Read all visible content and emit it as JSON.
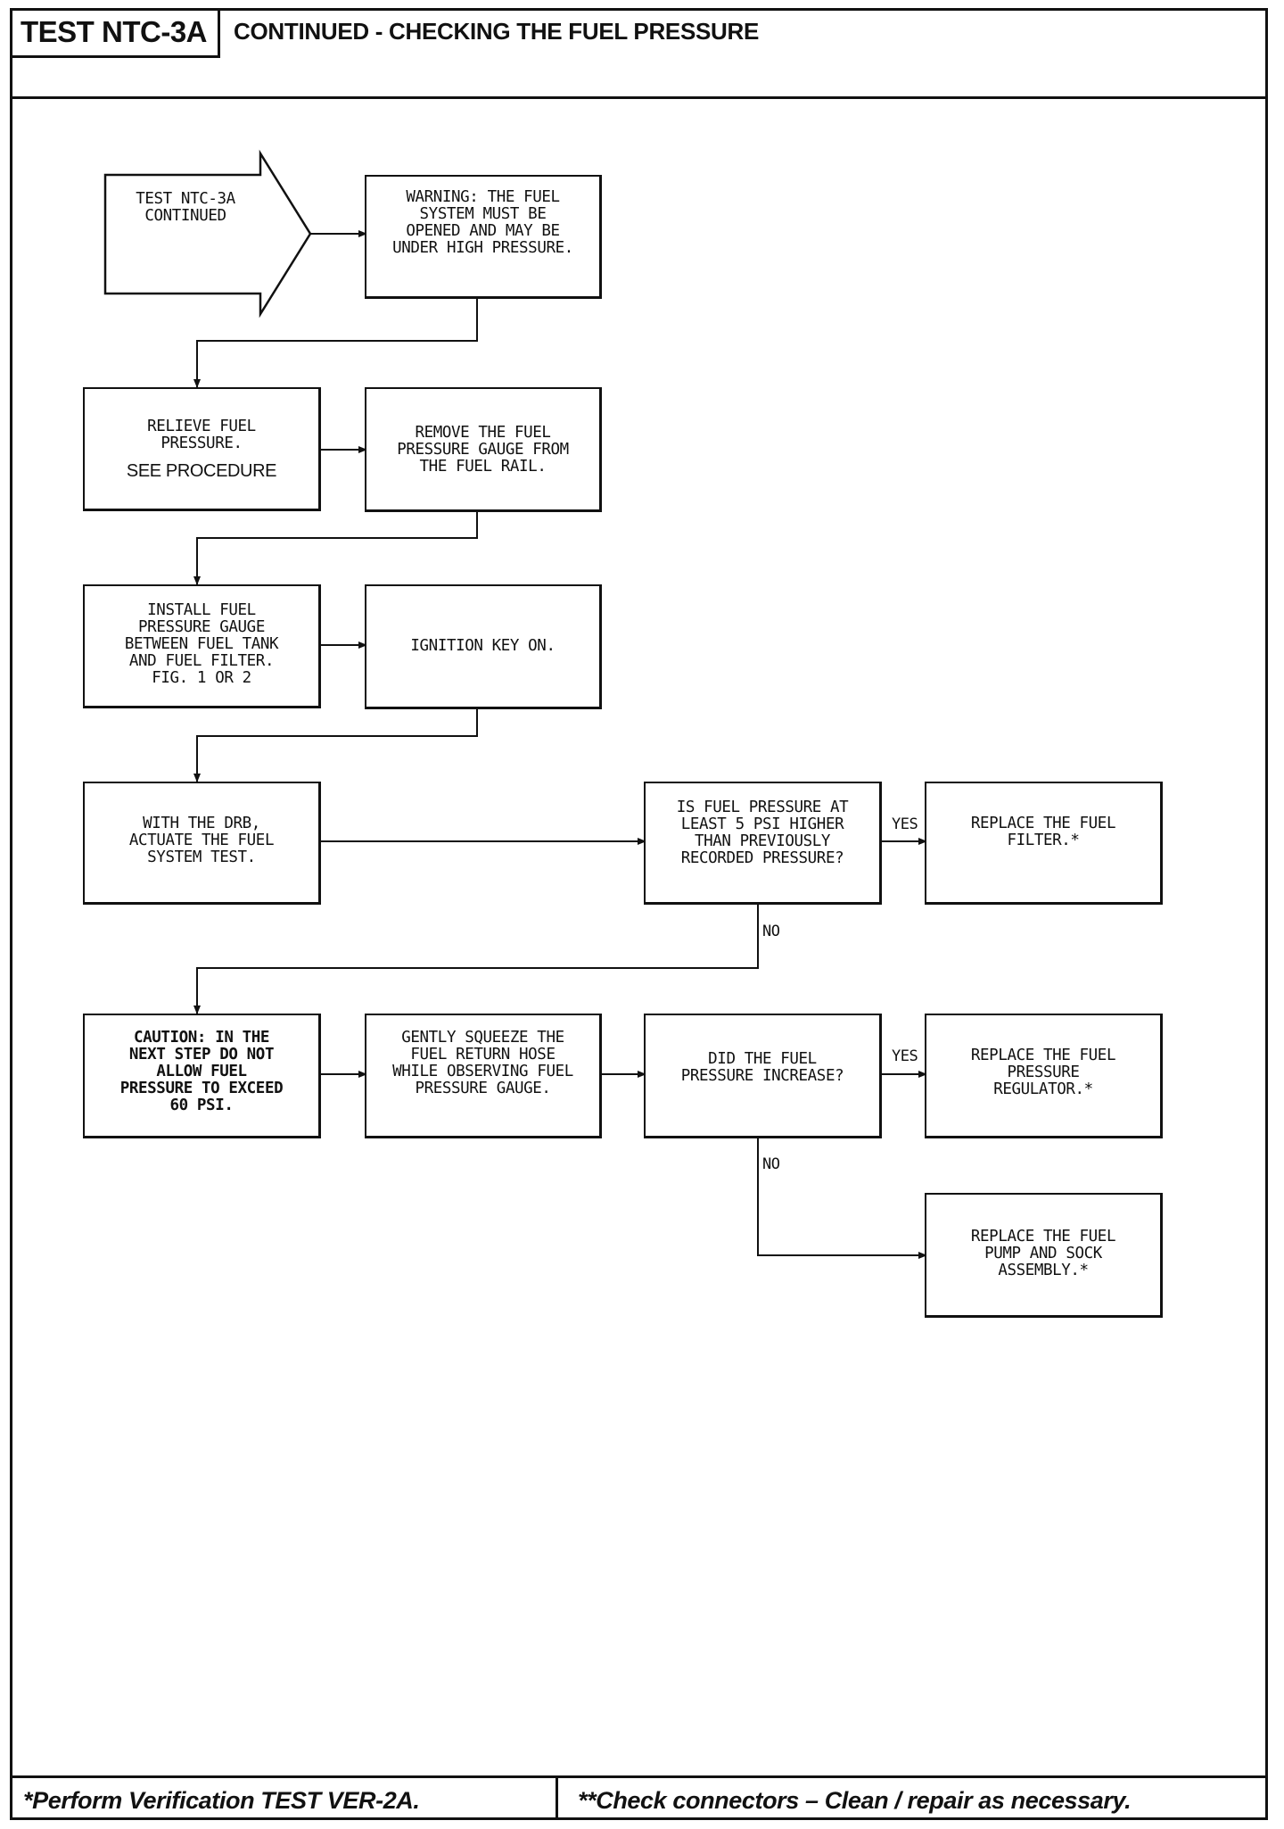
{
  "header": {
    "test_id": "TEST NTC-3A",
    "title": "CONTINUED - CHECKING THE FUEL PRESSURE"
  },
  "flowchart": {
    "start": "TEST NTC-3A\nCONTINUED",
    "warning": "WARNING: THE FUEL\nSYSTEM MUST BE\nOPENED AND MAY BE\nUNDER HIGH PRESSURE.",
    "relieve": "RELIEVE FUEL\nPRESSURE.",
    "relieve_sub": "SEE PROCEDURE",
    "remove_gauge": "REMOVE THE FUEL\nPRESSURE GAUGE FROM\nTHE FUEL RAIL.",
    "install_gauge": "INSTALL FUEL\nPRESSURE GAUGE\nBETWEEN FUEL TANK\nAND FUEL FILTER.\nFIG. 1 OR 2",
    "ignition": "IGNITION KEY ON.",
    "actuate": "WITH THE DRB,\nACTUATE THE FUEL\nSYSTEM TEST.",
    "question_pressure": "IS FUEL PRESSURE AT\nLEAST 5 PSI HIGHER\nTHAN PREVIOUSLY\nRECORDED PRESSURE?",
    "replace_filter": "REPLACE THE FUEL\nFILTER.*",
    "caution": "CAUTION: IN THE\nNEXT STEP DO NOT\nALLOW FUEL\nPRESSURE TO EXCEED\n60 PSI.",
    "squeeze": "GENTLY SQUEEZE THE\nFUEL RETURN HOSE\nWHILE OBSERVING FUEL\nPRESSURE GAUGE.",
    "question_increase": "DID THE FUEL\nPRESSURE INCREASE?",
    "replace_regulator": "REPLACE THE FUEL\nPRESSURE\nREGULATOR.*",
    "replace_pump": "REPLACE THE FUEL\nPUMP AND SOCK\nASSEMBLY.*",
    "yes_label": "YES",
    "no_label": "NO"
  },
  "footer": {
    "left": "*Perform Verification TEST VER-2A.",
    "right": "**Check connectors – Clean / repair as necessary."
  }
}
